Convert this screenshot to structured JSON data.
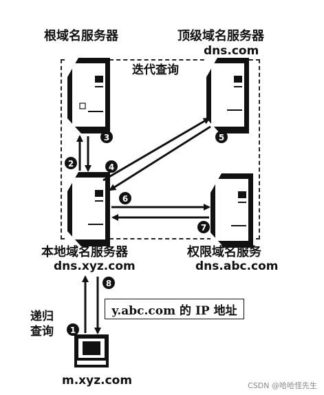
{
  "labels": {
    "root_server": "根域名服务器",
    "tld_server": "顶级域名服务器",
    "tld_domain": "dns.com",
    "iterative_query": "迭代查询",
    "local_server": "本地域名服务器",
    "local_domain": "dns.xyz.com",
    "auth_server": "权限域名服务",
    "auth_domain": "dns.abc.com",
    "recursive_1": "递归",
    "recursive_2": "查询",
    "host": "m.xyz.com",
    "answer": "y.abc.com 的 IP 地址",
    "watermark": "CSDN @哈哈怪先生"
  },
  "steps": [
    "1",
    "2",
    "3",
    "4",
    "5",
    "6",
    "7",
    "8"
  ],
  "colors": {
    "ink": "#111111",
    "dashed_frame": "#222222",
    "badge": "#111111",
    "badge_text": "#ffffff"
  },
  "icons": {
    "server": "server-icon",
    "host": "computer-icon"
  }
}
